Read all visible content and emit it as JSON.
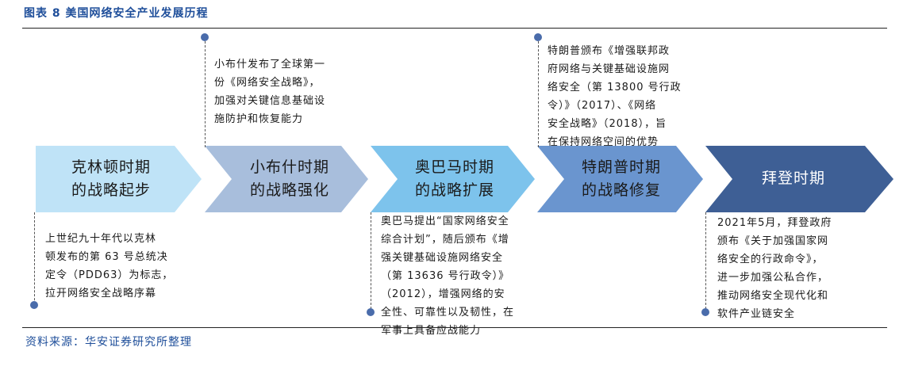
{
  "header": {
    "title": "图表 8 美国网络安全产业发展历程"
  },
  "footer": {
    "source": "资料来源：华安证券研究所整理"
  },
  "colors": {
    "phase1": "#bfe3f7",
    "phase2": "#a8bedc",
    "phase3": "#7dc3ec",
    "phase4": "#6a95cf",
    "phase5": "#3e5f95",
    "dot": "#4a6cab",
    "title": "#1e4e9a"
  },
  "phases": [
    {
      "label": "克林顿时期\n的战略起步"
    },
    {
      "label": "小布什时期\n的战略强化"
    },
    {
      "label": "奥巴马时期\n的战略扩展"
    },
    {
      "label": "特朗普时期\n的战略修复"
    },
    {
      "label": "拜登时期"
    }
  ],
  "notes": {
    "clinton": "上世纪九十年代以克林\n顿发布的第 63 号总统决\n定令（PDD63）为标志，\n拉开网络安全战略序幕",
    "bush": "小布什发布了全球第一\n份《网络安全战略》，\n加强对关键信息基础设\n施防护和恢复能力",
    "obama": "奥巴马提出“国家网络安全\n综合计划”，随后颁布《增\n强关键基础设施网络安全\n（第 13636 号行政令）》\n（2012），增强网络的安\n全性、可靠性以及韧性，在\n军事上具备应战能力",
    "trump": "特朗普颁布《增强联邦政\n府网络与关键基础设施网\n络安全（第 13800 号行政\n令）》（2017）、《网络\n安全战略》（2018），旨\n在保持网络空间的优势",
    "biden": "2021年5月，拜登政府\n颁布《关于加强国家网\n络安全的行政命令》，\n进一步加强公私合作，\n推动网络安全现代化和\n软件产业链安全"
  }
}
